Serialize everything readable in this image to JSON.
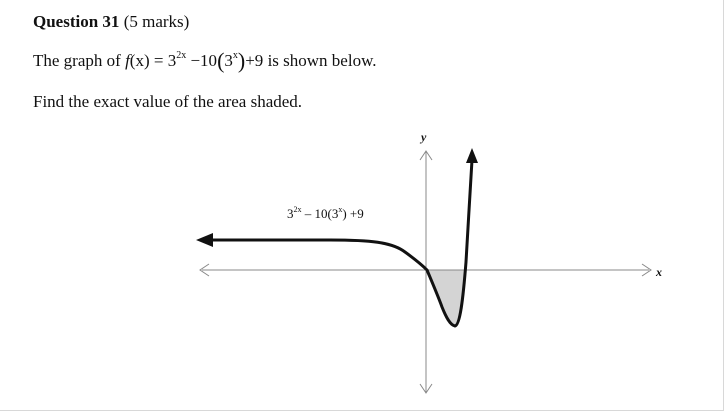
{
  "question": {
    "title": "Question 31",
    "marks": "(5 marks)",
    "intro_prefix": "The graph of ",
    "function_name": "f",
    "function_arg": "(x)",
    "equals": " = 3",
    "exp_1": "2x",
    "minus_ten": " −10",
    "paren_open": "(",
    "base_3": "3",
    "exp_2": "x",
    "paren_close": ")",
    "plus_nine": "+9",
    "intro_suffix": " is shown below.",
    "task": "Find the exact value of the area shaded."
  },
  "graph": {
    "y_axis_label": "y",
    "x_axis_label": "x",
    "curve_label_base": "3",
    "curve_label_exp1": "2x",
    "curve_label_mid": " – 10(3",
    "curve_label_exp2": "x",
    "curve_label_end": ") +9",
    "shading_color": "#d4d4d4",
    "curve_color": "#111111",
    "axis_color": "#888888"
  }
}
